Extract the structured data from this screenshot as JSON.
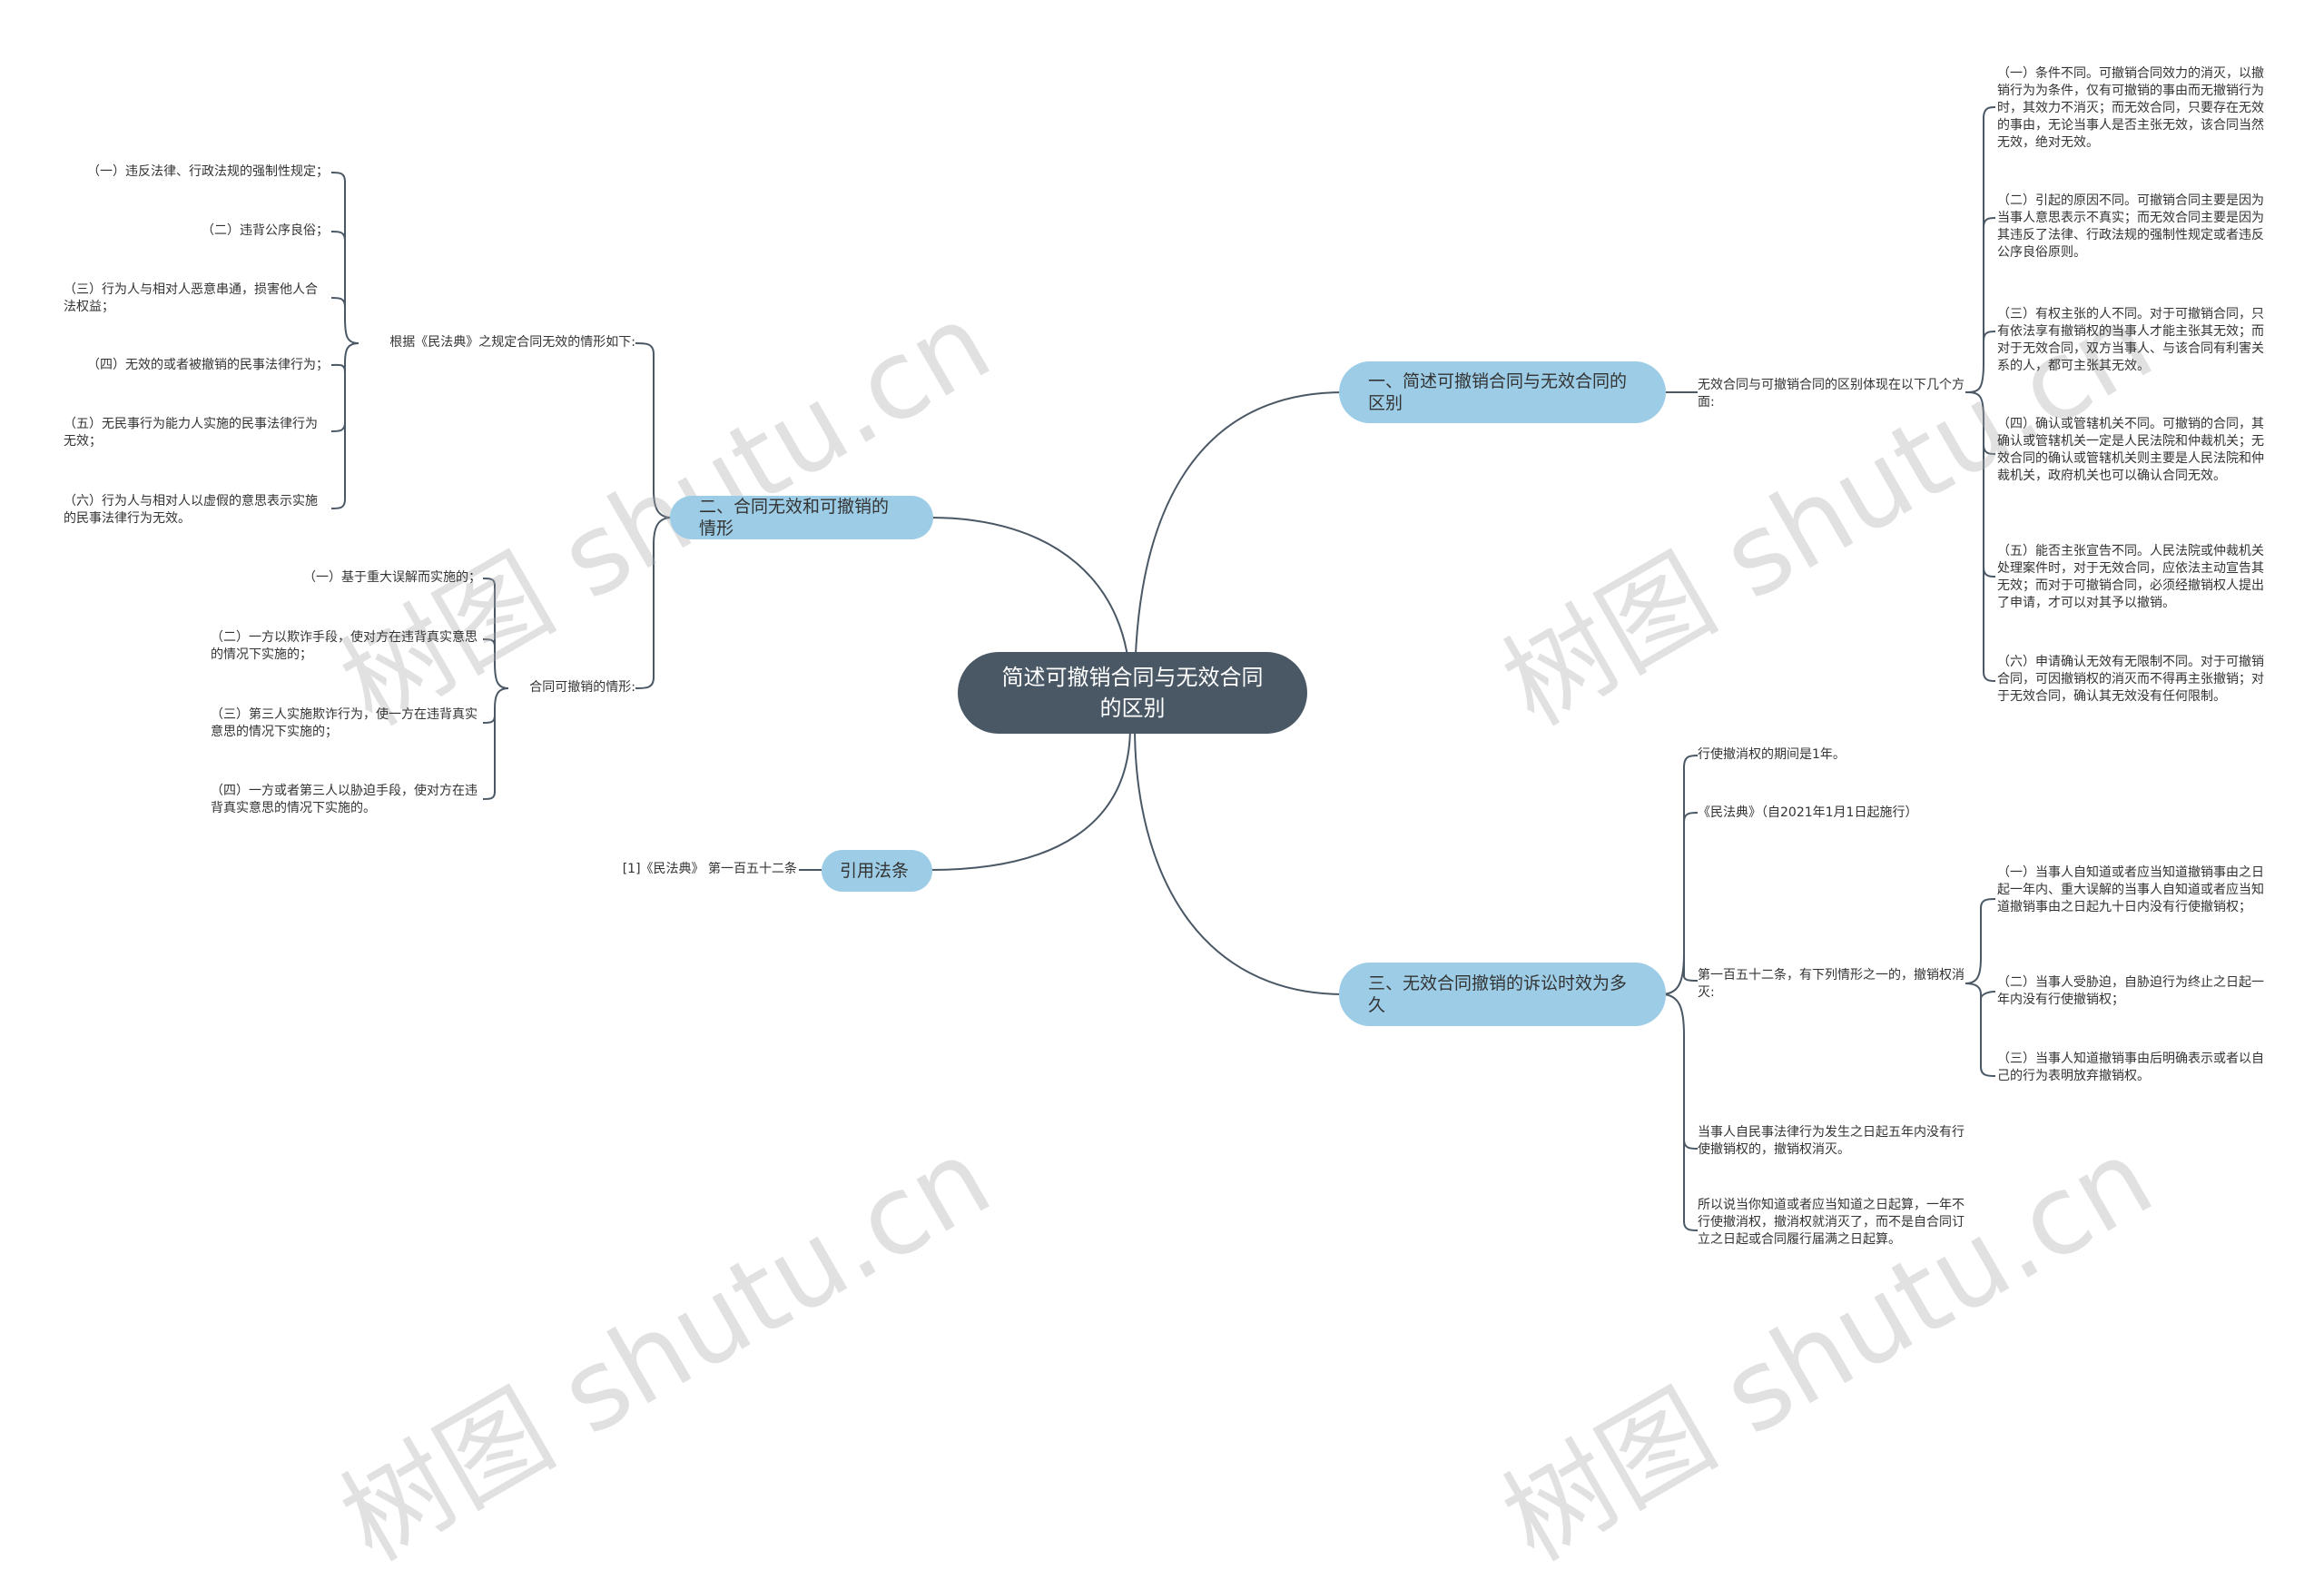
{
  "root": {
    "label": "简述可撤销合同与无效合同的区别"
  },
  "branch1": {
    "label": "一、简述可撤销合同与无效合同的区别",
    "intro": "无效合同与可撤销合同的区别体现在以下几个方面:",
    "items": [
      "（一）条件不同。可撤销合同效力的消灭，以撤销行为为条件，仅有可撤销的事由而无撤销行为时，其效力不消灭；而无效合同，只要存在无效的事由，无论当事人是否主张无效，该合同当然无效，绝对无效。",
      "（二）引起的原因不同。可撤销合同主要是因为当事人意思表示不真实；而无效合同主要是因为其违反了法律、行政法规的强制性规定或者违反公序良俗原则。",
      "（三）有权主张的人不同。对于可撤销合同，只有依法享有撤销权的当事人才能主张其无效；而对于无效合同，双方当事人、与该合同有利害关系的人，都可主张其无效。",
      "（四）确认或管辖机关不同。可撤销的合同，其确认或管辖机关一定是人民法院和仲裁机关；无效合同的确认或管辖机关则主要是人民法院和仲裁机关，政府机关也可以确认合同无效。",
      "（五）能否主张宣告不同。人民法院或仲裁机关处理案件时，对于无效合同，应依法主动宣告其无效；而对于可撤销合同，必须经撤销权人提出了申请，才可以对其予以撤销。",
      "（六）申请确认无效有无限制不同。对于可撤销合同，可因撤销权的消灭而不得再主张撤销；对于无效合同，确认其无效没有任何限制。"
    ]
  },
  "branch2": {
    "label": "二、合同无效和可撤销的情形",
    "group1": {
      "label": "根据《民法典》之规定合同无效的情形如下:",
      "items": [
        "（一）违反法律、行政法规的强制性规定；",
        "（二）违背公序良俗；",
        "（三）行为人与相对人恶意串通，损害他人合法权益；",
        "（四）无效的或者被撤销的民事法律行为；",
        "（五）无民事行为能力人实施的民事法律行为无效；",
        "（六）行为人与相对人以虚假的意思表示实施的民事法律行为无效。"
      ]
    },
    "group2": {
      "label": "合同可撤销的情形:",
      "items": [
        "（一）基于重大误解而实施的；",
        "（二）一方以欺诈手段，使对方在违背真实意思的情况下实施的；",
        "（三）第三人实施欺诈行为，使一方在违背真实意思的情况下实施的；",
        "（四）一方或者第三人以胁迫手段，使对方在违背真实意思的情况下实施的。"
      ]
    }
  },
  "branch3": {
    "label": "三、无效合同撤销的诉讼时效为多久",
    "item1": "行使撤消权的期间是1年。",
    "item2": "《民法典》（自2021年1月1日起施行）",
    "item3": {
      "label": "第一百五十二条，有下列情形之一的，撤销权消灭:",
      "items": [
        "（一）当事人自知道或者应当知道撤销事由之日起一年内、重大误解的当事人自知道或者应当知道撤销事由之日起九十日内没有行使撤销权；",
        "（二）当事人受胁迫，自胁迫行为终止之日起一年内没有行使撤销权；",
        "（三）当事人知道撤销事由后明确表示或者以自己的行为表明放弃撤销权。"
      ]
    },
    "item4": "当事人自民事法律行为发生之日起五年内没有行使撤销权的，撤销权消灭。",
    "item5": "所以说当你知道或者应当知道之日起算，一年不行使撤消权，撤消权就消灭了，而不是自合同订立之日起或合同履行届满之日起算。"
  },
  "branch4": {
    "label": "引用法条",
    "item": "[1]《民法典》 第一百五十二条"
  },
  "watermark": "树图 shutu.cn",
  "colors": {
    "root": "#4a5866",
    "branch": "#9dcde6",
    "line": "#4a5866"
  }
}
